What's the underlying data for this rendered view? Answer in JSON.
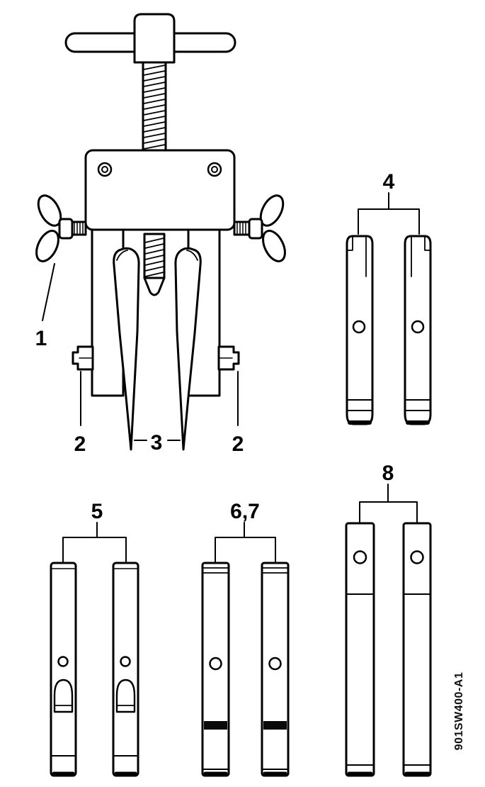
{
  "background_color": "#ffffff",
  "line_color": "#000000",
  "callouts": {
    "part1": "1",
    "part2_left": "2",
    "part2_right": "2",
    "part3": "3",
    "part4": "4",
    "part5": "5",
    "part6_7": "6,7",
    "part8": "8"
  },
  "figure_code": "901SW400-A1"
}
